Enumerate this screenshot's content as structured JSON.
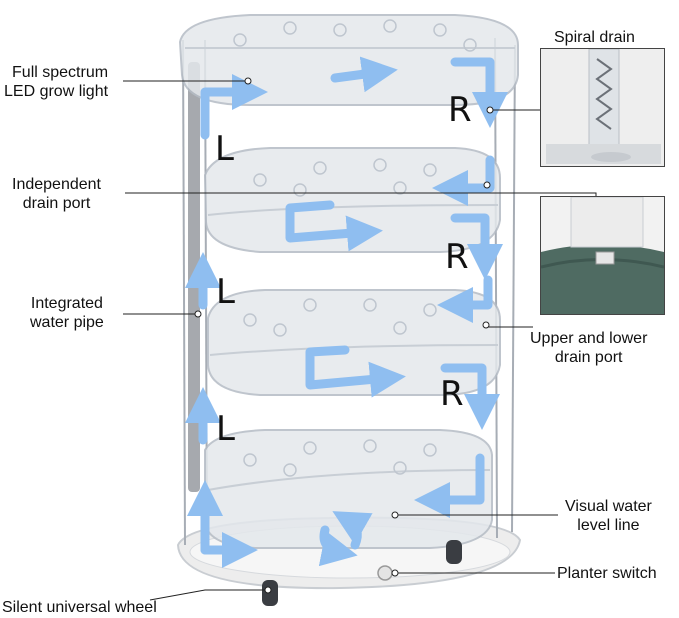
{
  "diagram": {
    "callouts": {
      "grow_light": [
        "Full spectrum",
        "LED grow light"
      ],
      "drain_port": [
        "Independent",
        "drain port"
      ],
      "water_pipe": [
        "Integrated",
        "water pipe"
      ],
      "wheel": "Silent universal wheel",
      "spiral_drain": "Spiral drain",
      "upper_lower": [
        "Upper and lower",
        "drain port"
      ],
      "water_level": [
        "Visual water",
        "level line"
      ],
      "switch": "Planter switch"
    },
    "side_marks": {
      "left": "L",
      "right": "R"
    },
    "colors": {
      "flow_arrow": "#8fbef0",
      "shelf": "#dfe3e8",
      "shelf_edge": "#b9bfc7",
      "base": "#ececec",
      "tank_green": "#4f6b62"
    }
  }
}
